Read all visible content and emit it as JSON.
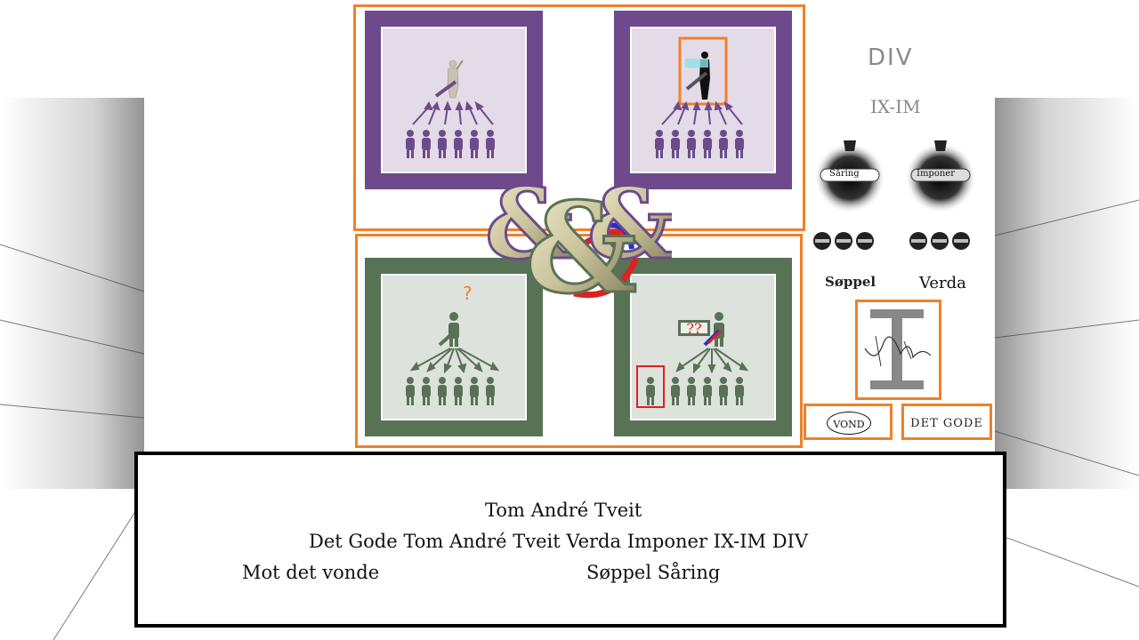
{
  "side": {
    "div_label": "DIV",
    "ix_im_label": "IX-IM",
    "saring_label": "Såring",
    "imponer_label": "Imponer",
    "soppel_label": "Søppel",
    "verda_label": "Verda",
    "vond_label": "VOND",
    "det_gode_label": "DET GODE"
  },
  "quads": {
    "bottom_left_question": "?",
    "bottom_right_questions": "??"
  },
  "caption": {
    "line1": "Tom André Tveit",
    "line2": "Det Gode Tom André Tveit Verda Imponer IX-IM DIV",
    "line3_left": "Mot det vonde",
    "line3_right": "Søppel  Såring"
  },
  "colors": {
    "orange": "#f0802a",
    "purple": "#6e4a8c",
    "green": "#587256",
    "red": "#e02020",
    "blue": "#2030d0"
  }
}
